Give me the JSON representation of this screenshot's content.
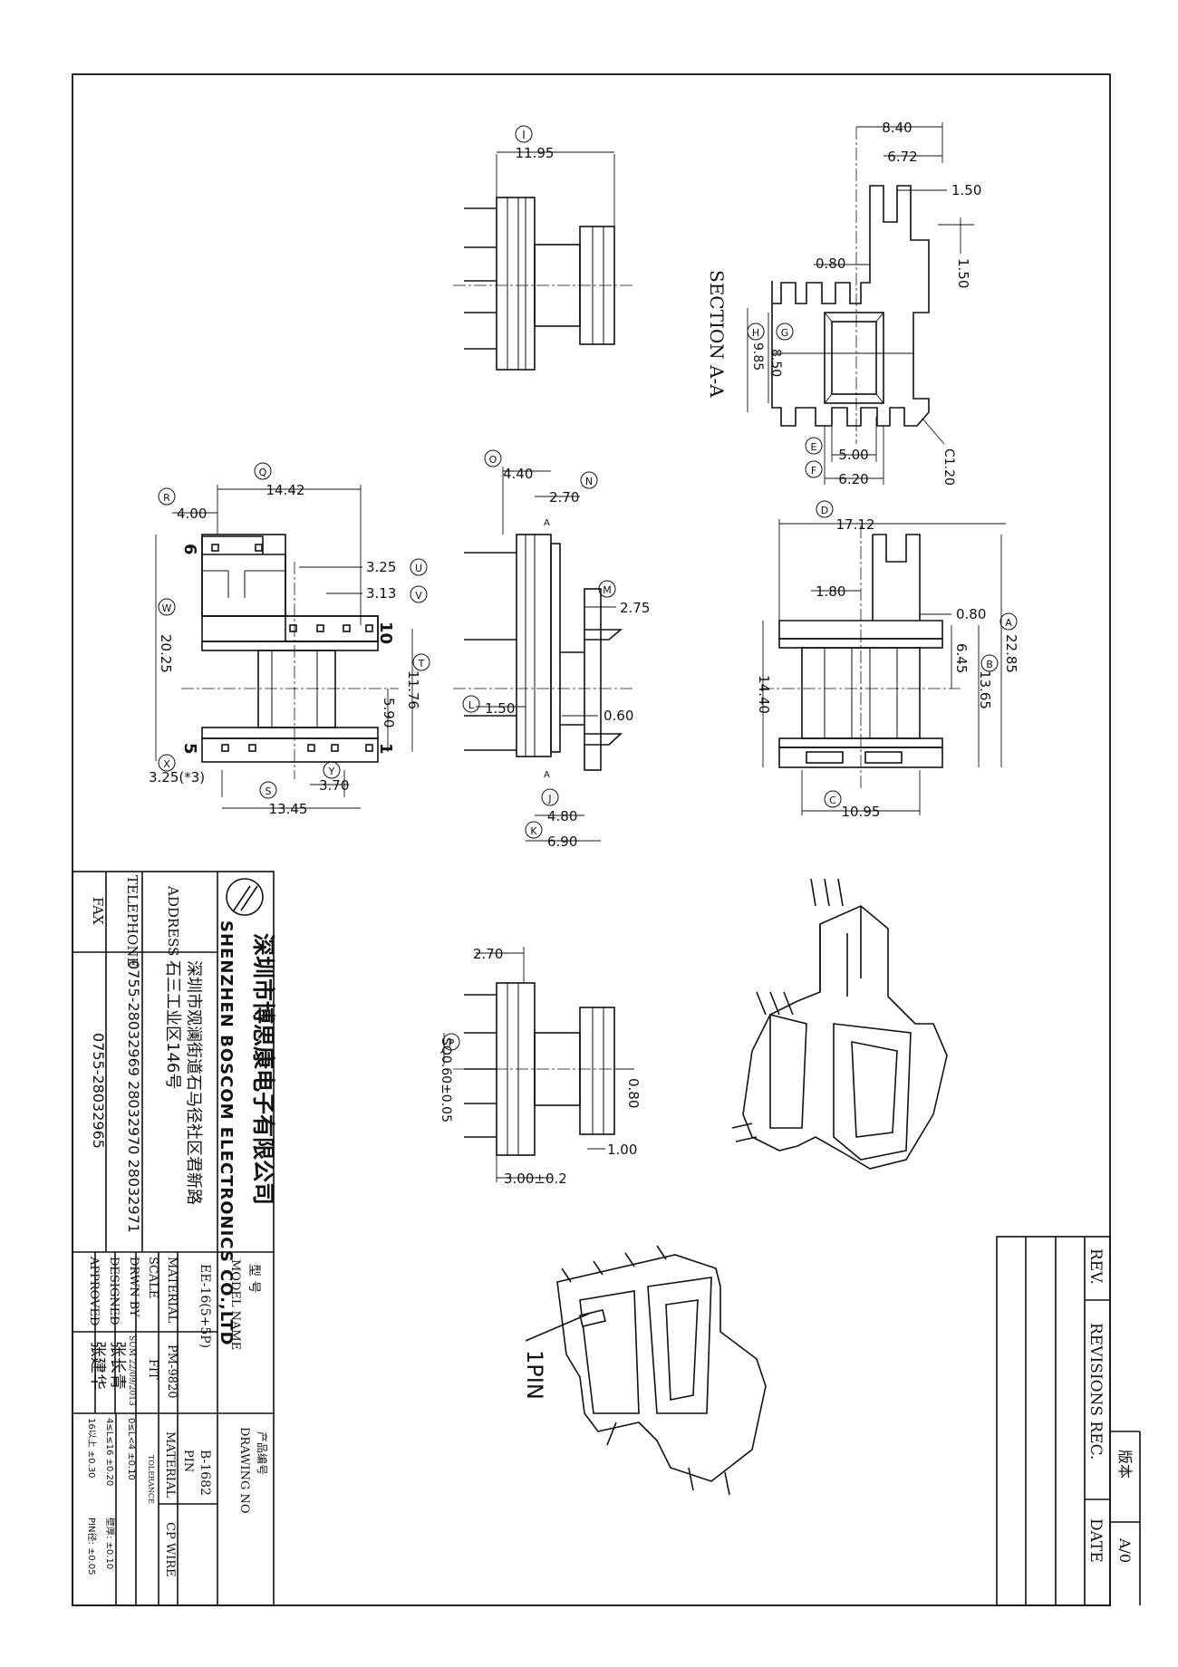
{
  "company": {
    "name_cn": "深圳市博思康电子有限公司",
    "name_en": "SHENZHEN BOSCOM ELECTRONICS CO.,LTD",
    "address_label": "ADDRESS",
    "address_line1": "深圳市观澜街道石马径社区君新路",
    "address_line2": "石三工业区146号",
    "telephone_label": "TELEPHONE",
    "telephone": "0755-28032969  28032970  28032971",
    "fax_label": "FAX",
    "fax": "0755-28032965"
  },
  "title_block": {
    "model_label_cn": "型    号",
    "model_label": "MODEL NAME",
    "model_value": "EE-16(5+5P)",
    "material_label": "MATERIAL",
    "material_value": "PM-9820",
    "scale_label": "SCALE",
    "scale_value": "FIT",
    "drawn_label": "DRWN BY",
    "drawn_value": "SUM 22/09/2013",
    "designed_label": "DESIGNED",
    "designed_value": "张长青",
    "approved_label": "APPROVED",
    "approved_value": "张建华",
    "drawing_no_label_cn": "产品编号",
    "drawing_no_label": "DRAWING NO",
    "drawing_no_value": "B-1682",
    "pin_label": "PIN",
    "pin_material_label": "MATERIAL",
    "pin_material_value": "CP WIRE",
    "tolerance_label": "TOLERANCE",
    "tol_1": "0≤L<4    ±0.10",
    "tol_2": "4≤L≤16  ±0.20",
    "tol_3": "16以上    ±0.30",
    "tol_4": "壁厚:    ±0.10",
    "tol_5": "PIN径: ±0.05"
  },
  "revisions": {
    "rev_label": "REV.",
    "title": "REVISIONS REC.",
    "date_label": "DATE",
    "version_label": "版本",
    "version_value": "A/0"
  },
  "section_label": "SECTION A-A",
  "pin1_label": "1PIN",
  "dims": {
    "I": "11.95",
    "d840": "8.40",
    "d672": "6.72",
    "d150a": "1.50",
    "d150b": "1.50",
    "d080a": "0.80",
    "G": "8.50",
    "H": "9.85",
    "E": "5.00",
    "F": "6.20",
    "C120": "C1.20",
    "Q": "14.42",
    "R": "4.00",
    "U": "3.25",
    "V": "3.13",
    "W": "20.25",
    "T": "11.76",
    "d590": "5.90",
    "X": "3.25(*3)",
    "Y": "3.70",
    "S": "13.45",
    "O": "4.40",
    "N": "2.70",
    "M": "2.75",
    "L": "1.50",
    "d060": "0.60",
    "J": "4.80",
    "K": "6.90",
    "D": "17.12",
    "d180": "1.80",
    "d080b": "0.80",
    "A": "22.85",
    "d645": "6.45",
    "B": "13.65",
    "d1440": "14.40",
    "C": "10.95",
    "d270b": "2.70",
    "P": "SQ0.60±0.05",
    "d080c": "0.80",
    "d100": "1.00",
    "d300": "3.00±0.2"
  },
  "pin_numbers": {
    "p6": "6",
    "p10": "10",
    "p5": "5",
    "p1": "1"
  },
  "callouts": [
    "I",
    "G",
    "H",
    "E",
    "F",
    "Q",
    "R",
    "U",
    "V",
    "W",
    "T",
    "X",
    "Y",
    "S",
    "O",
    "N",
    "M",
    "L",
    "J",
    "K",
    "D",
    "A",
    "B",
    "C",
    "P"
  ]
}
